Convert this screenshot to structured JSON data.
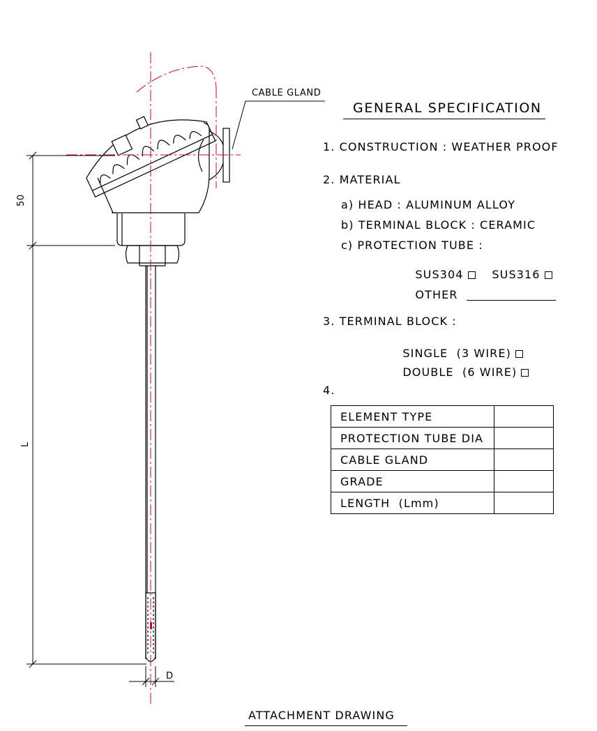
{
  "drawing": {
    "callout_label": "CABLE GLAND",
    "dim_height": "50",
    "dim_length": "L",
    "dim_diameter": "D",
    "footer_title": "ATTACHMENT DRAWING"
  },
  "spec": {
    "title": "GENERAL SPECIFICATION",
    "item1": "1. CONSTRUCTION : WEATHER PROOF",
    "item2": "2. MATERIAL",
    "item2a": "a) HEAD : ALUMINUM ALLOY",
    "item2b": "b) TERMINAL BLOCK : CERAMIC",
    "item2c": "c) PROTECTION TUBE :",
    "opt_sus304": "SUS304",
    "opt_sus316": "SUS316",
    "opt_other": "OTHER",
    "item3": "3. TERMINAL BLOCK :",
    "opt_single": "SINGLE  (3 WIRE)",
    "opt_double": "DOUBLE  (6 WIRE)",
    "item4": "4.",
    "table_rows": [
      "ELEMENT TYPE",
      "PROTECTION TUBE DIA",
      "CABLE GLAND",
      "GRADE",
      "LENGTH  (Lmm)"
    ]
  },
  "colors": {
    "centerline": "#c8003c",
    "ink": "#000000"
  }
}
